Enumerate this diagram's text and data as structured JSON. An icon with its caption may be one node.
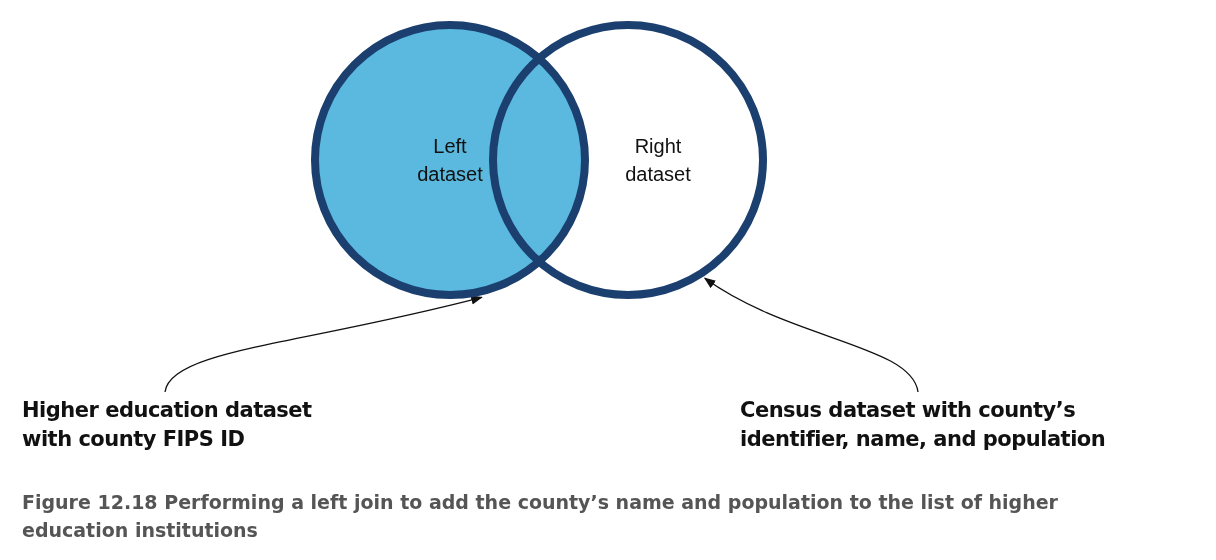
{
  "diagram": {
    "caption": "Figure 12.18 Performing a left join to add the county’s name and population to the list of higher education institutions",
    "nodes": [
      {
        "text": [
          "Left dataset"
        ]
      },
      {
        "text": [
          "Right dataset"
        ]
      },
      {
        "text": [
          "Higher education dataset with county FIPS ID"
        ]
      },
      {
        "text": [
          "Census dataset with county’s identifier, name, and population"
        ]
      }
    ],
    "edges": [
      {
        "from": 2,
        "to": 0,
        "arrow": "to"
      },
      {
        "from": 3,
        "to": 1,
        "arrow": "to"
      }
    ]
  }
}
